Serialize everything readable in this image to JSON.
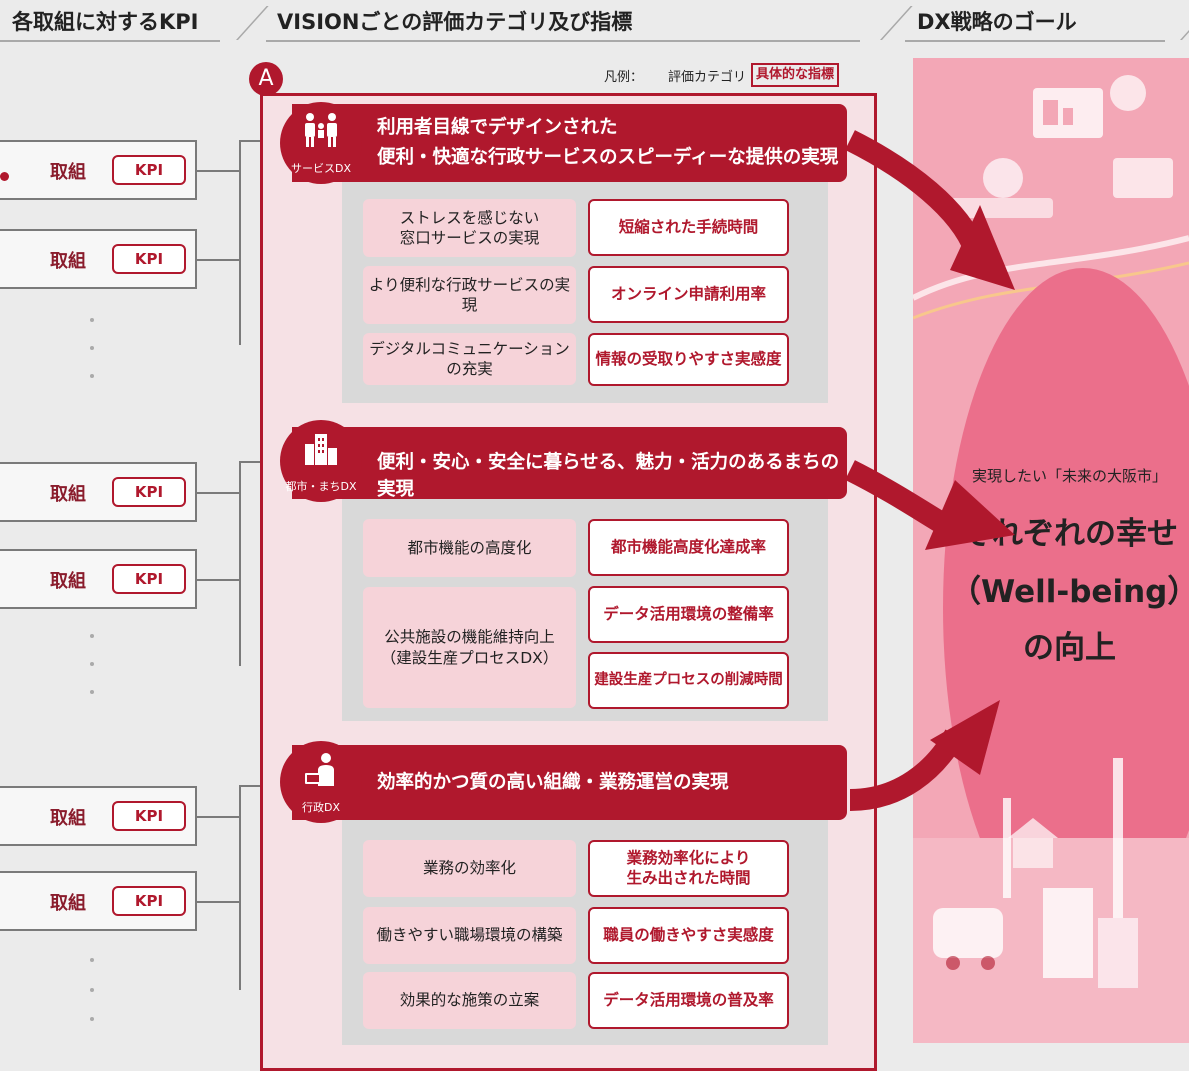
{
  "headers": {
    "kpi": "各取組に対するKPI",
    "vision": "VISIONごとの評価カテゴリ及び指標",
    "goal": "DX戦略のゴール"
  },
  "left": {
    "torikumi": "取組",
    "kpi": "KPI"
  },
  "badge": "A",
  "legend": {
    "label": "凡例：",
    "category": "評価カテゴリ",
    "indicator": "具体的な指標"
  },
  "sections": [
    {
      "icon_label": "サービスDX",
      "title_line1": "利用者目線でデザインされた",
      "title_line2": "便利・快適な行政サービスのスピーディーな提供の実現",
      "categories": [
        {
          "l1": "ストレスを感じない",
          "l2": "窓口サービスの実現"
        },
        {
          "l1": "より便利な行政サービスの実現"
        },
        {
          "l1": "デジタルコミュニケーションの充実"
        }
      ],
      "indicators": [
        "短縮された手続時間",
        "オンライン申請利用率",
        "情報の受取りやすさ実感度"
      ]
    },
    {
      "icon_label": "都市・まちDX",
      "title_line1": "便利・安心・安全に暮らせる、魅力・活力のあるまちの実現",
      "categories": [
        {
          "l1": "都市機能の高度化"
        },
        {
          "l1": "公共施設の機能維持向上",
          "l2": "（建設生産プロセスDX）"
        }
      ],
      "indicators": [
        "都市機能高度化達成率",
        "データ活用環境の整備率",
        "建設生産プロセスの削減時間"
      ]
    },
    {
      "icon_label": "行政DX",
      "title_line1": "効率的かつ質の高い組織・業務運営の実現",
      "categories": [
        {
          "l1": "業務の効率化"
        },
        {
          "l1": "働きやすい職場環境の構築"
        },
        {
          "l1": "効果的な施策の立案"
        }
      ],
      "indicators": [
        {
          "l1": "業務効率化により",
          "l2": "生み出された時間"
        },
        "職員の働きやすさ実感度",
        "データ活用環境の普及率"
      ]
    }
  ],
  "goal": {
    "sub": "実現したい「未来の大阪市」",
    "line1": "それぞれの幸せ",
    "line2": "（Well-being）",
    "line3": "の向上"
  },
  "colors": {
    "accent": "#b0182d",
    "panel": "#f6e1e5",
    "category": "#f6d3d9",
    "goal": "#f3a7b6"
  }
}
